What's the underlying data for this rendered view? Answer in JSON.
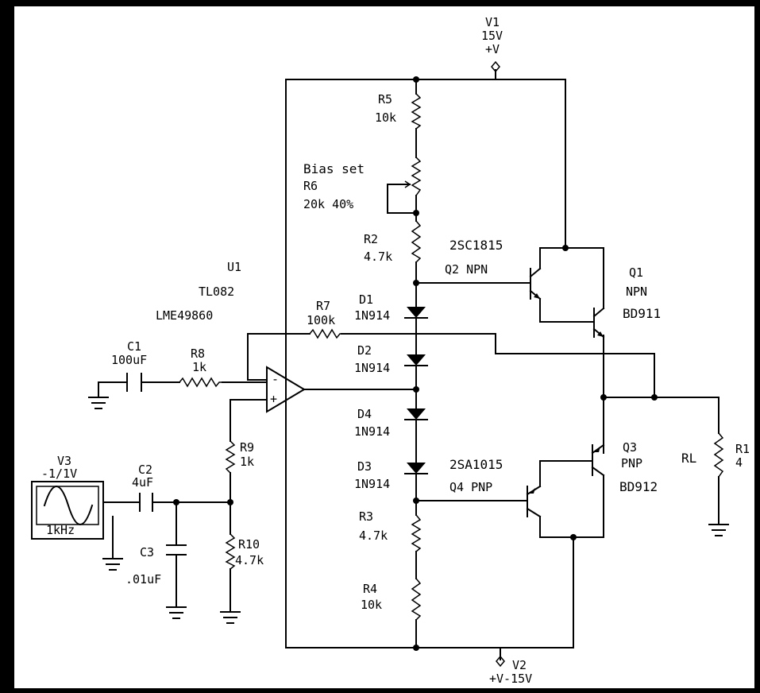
{
  "colors": {
    "background": "#000000",
    "canvas": "#ffffff",
    "ink": "#000000"
  },
  "labels": {
    "v1_name": "V1",
    "v1_value": "15V",
    "v1_pol": "+V",
    "v2_name": "V2",
    "v2_value": "+V-15V",
    "v3_name": "V3",
    "v3_value": "-1/1V",
    "v3_freq": "1kHz",
    "r5_name": "R5",
    "r5_value": "10k",
    "r6_title": "Bias set",
    "r6_name": "R6",
    "r6_value": "20k 40%",
    "r2_name": "R2",
    "r2_value": "4.7k",
    "r3_name": "R3",
    "r3_value": "4.7k",
    "r4_name": "R4",
    "r4_value": "10k",
    "r7_name": "R7",
    "r7_value": "100k",
    "r8_name": "R8",
    "r8_value": "1k",
    "r9_name": "R9",
    "r9_value": "1k",
    "r10_name": "R10",
    "r10_value": "4.7k",
    "r1_name": "R1",
    "r1_value": "4",
    "rl_label": "RL",
    "c1_name": "C1",
    "c1_value": "100uF",
    "c2_name": "C2",
    "c2_value": "4uF",
    "c3_name": "C3",
    "c3_value": ".01uF",
    "d1_name": "D1",
    "d1_value": "1N914",
    "d2_name": "D2",
    "d2_value": "1N914",
    "d4_name": "D4",
    "d4_value": "1N914",
    "d3_name": "D3",
    "d3_value": "1N914",
    "u1_name": "U1",
    "u1_part1": "TL082",
    "u1_part2": "LME49860",
    "q2_part": "2SC1815",
    "q2_name": "Q2 NPN",
    "q1_name": "Q1",
    "q1_type": "NPN",
    "q1_part": "BD911",
    "q4_part": "2SA1015",
    "q4_name": "Q4 PNP",
    "q3_name": "Q3",
    "q3_type": "PNP",
    "q3_part": "BD912",
    "opamp_minus": "-",
    "opamp_plus": "+"
  }
}
